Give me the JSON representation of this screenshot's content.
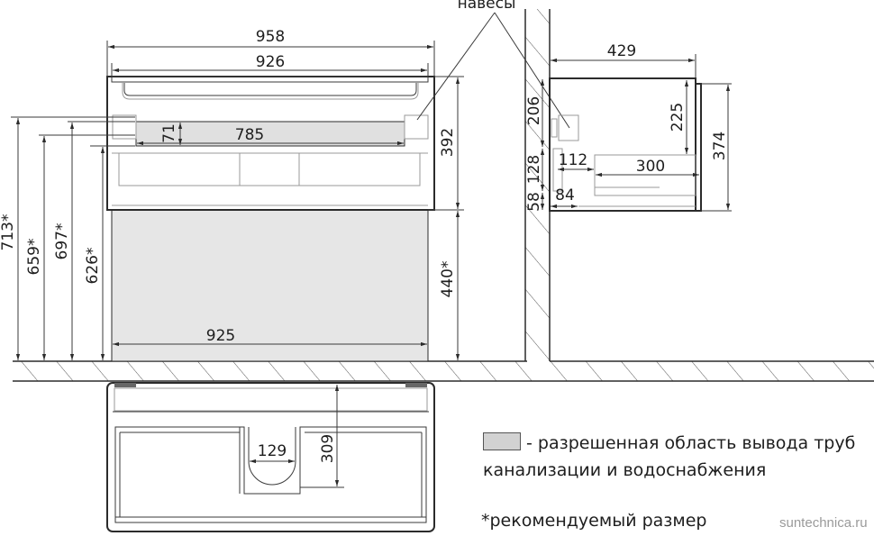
{
  "title_label": "навесы",
  "front_view": {
    "width_total": "958",
    "width_body": "926",
    "hinge_zone_width": "785",
    "hinge_zone_height": "71",
    "body_height": "392",
    "pipe_zone_height": "440*",
    "pipe_zone_width": "925",
    "heights_from_floor": [
      "713*",
      "659*",
      "697*",
      "626*"
    ]
  },
  "side_view": {
    "depth": "429",
    "upper_to_hinge": "206",
    "hinge_to_drawer": "128",
    "bottom_offset": "58",
    "drawer_offset": "112",
    "drawer_depth": "300",
    "inner_offset": "84",
    "inner_height": "225",
    "front_height": "374"
  },
  "top_view": {
    "siphon_cutout_width": "129",
    "siphon_cutout_depth": "309"
  },
  "legend": {
    "swatch_color": "#d2d2d2",
    "swatch_desc_line1": "- разрешенная область вывода труб",
    "swatch_desc_line2": "канализации и водоснабжения",
    "note": "*рекомендуемый размер"
  },
  "watermark": "suntechnica.ru",
  "colors": {
    "line": "#2b2b2b",
    "pipe_zone": "#e6e6e6",
    "hinge_zone": "#e0e0e0",
    "hatch": "#555555"
  }
}
